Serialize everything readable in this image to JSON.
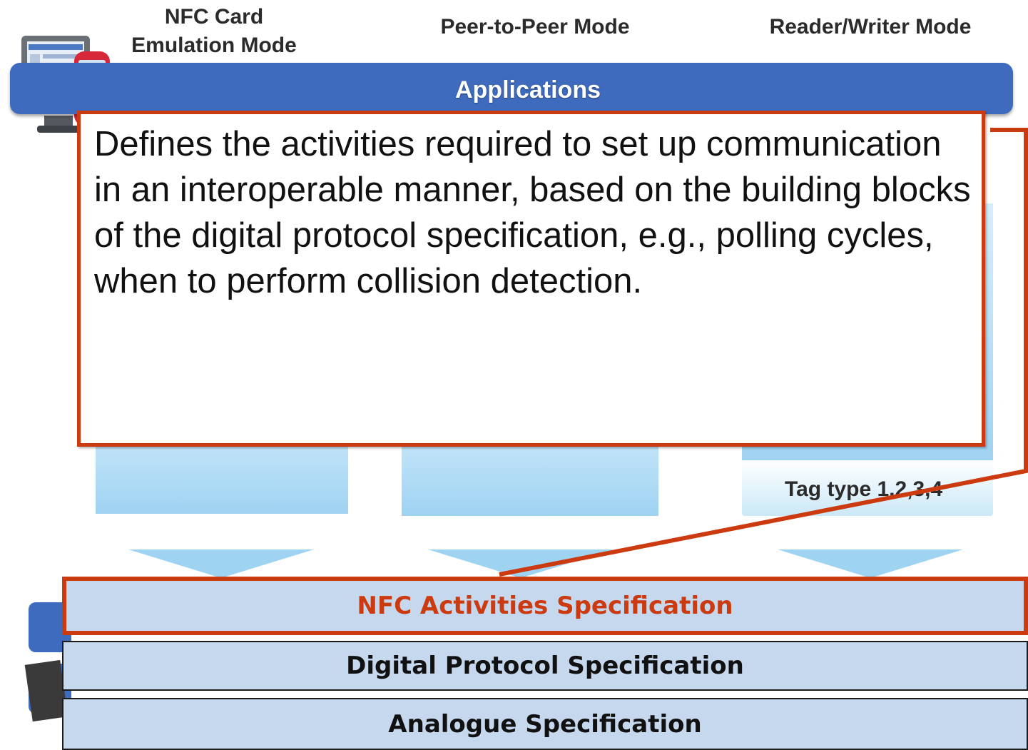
{
  "modes": {
    "card_emulation": "NFC Card\nEmulation Mode",
    "peer_to_peer": "Peer-to-Peer Mode",
    "reader_writer": "Reader/Writer Mode"
  },
  "applications_label": "Applications",
  "callout_text": "Defines the activities required to set up communication in an interoperable manner, based on the building blocks of the digital protocol specification, e.g., polling cycles, when to perform collision detection.",
  "tag_label": "Tag type 1,2,3,4",
  "stack": {
    "activities": "NFC Activities Specification",
    "digital": "Digital Protocol Specification",
    "analogue": "Analogue Specification"
  },
  "colors": {
    "highlight": "#cc3a10",
    "applications_bar": "#3f6bbf",
    "layer_fill": "#c5d8ee"
  }
}
